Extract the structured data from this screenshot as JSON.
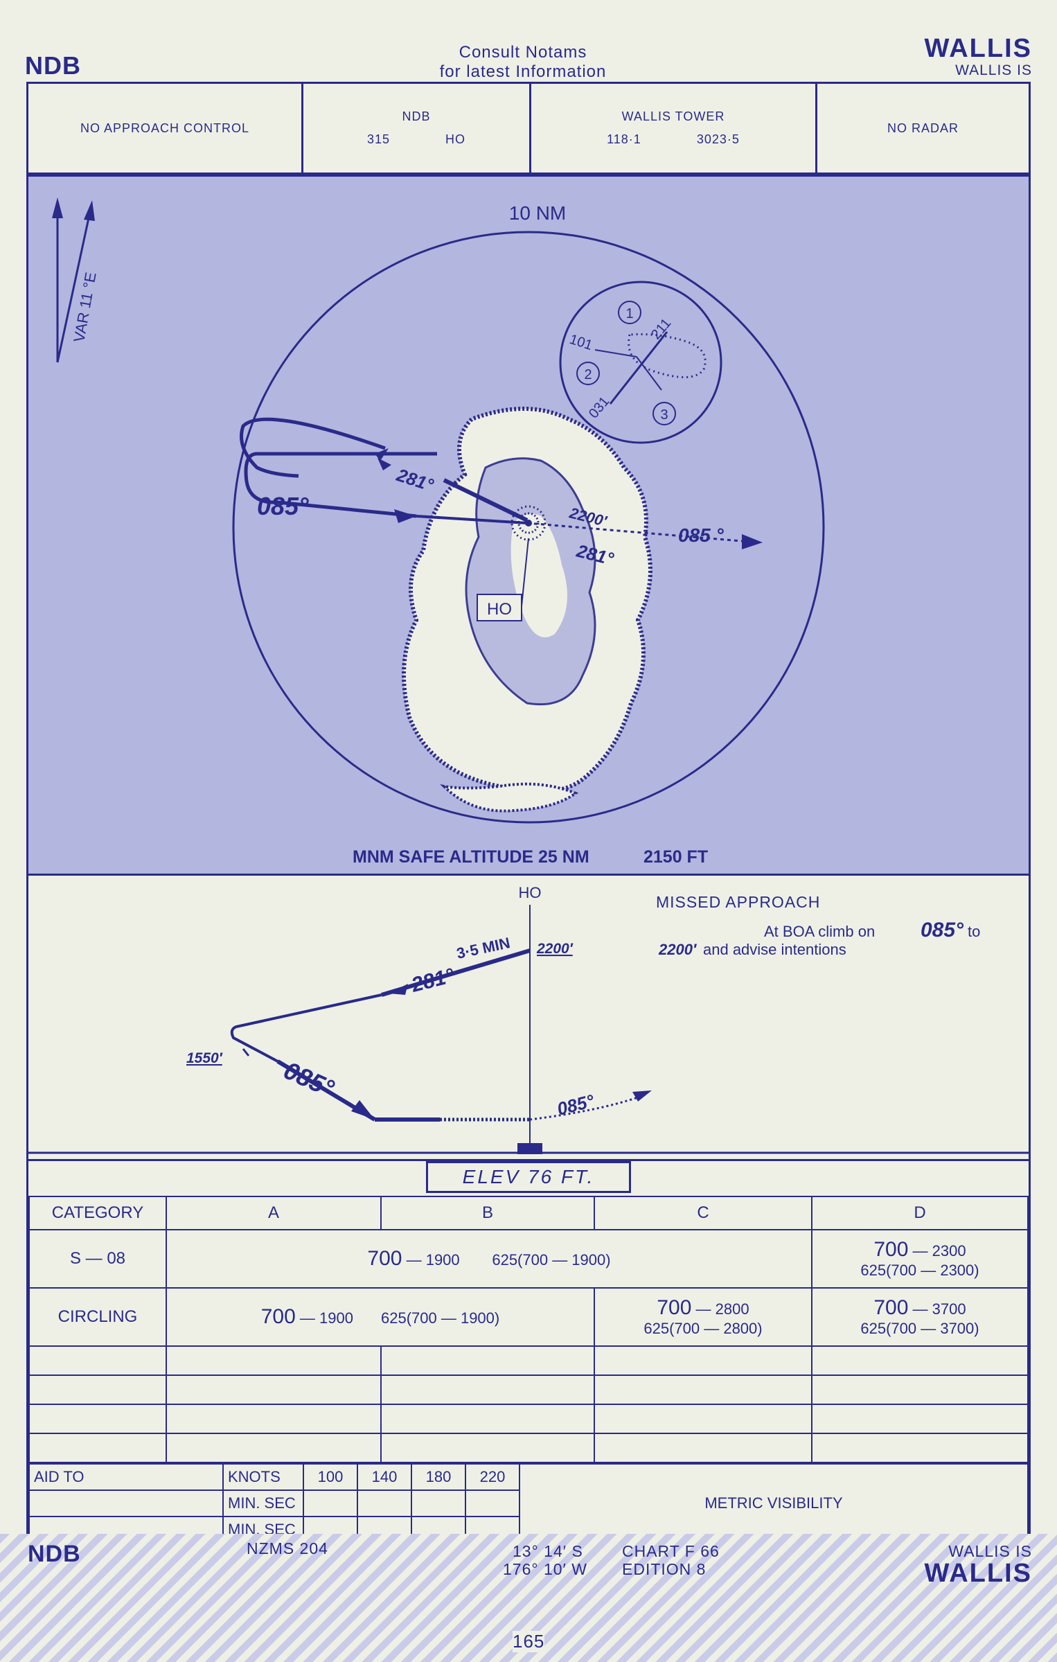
{
  "header": {
    "type": "NDB",
    "consult_line1": "Consult  Notams",
    "consult_line2": "for  latest  Information",
    "airport": "WALLIS",
    "airport_sub": "WALLIS IS"
  },
  "comm": {
    "approach": "NO  APPROACH  CONTROL",
    "ndb_title": "NDB",
    "ndb_freq": "315",
    "ndb_ident": "HO",
    "tower_title": "WALLIS  TOWER",
    "tower_freq1": "118·1",
    "tower_freq2": "3023·5",
    "radar": "NO   RADAR"
  },
  "plan": {
    "range_label": "10 NM",
    "var_label": "VAR  11 °E",
    "inbound": "085°",
    "outbound_label": "281°",
    "outbound_label2": "281°",
    "missed_dir": "085 °",
    "alt_label": "2200′",
    "ndb_label": "HO",
    "holding_101": "101",
    "holding_211": "211",
    "holding_031": "031",
    "sector_1": "1",
    "sector_2": "2",
    "sector_3": "3",
    "msa": "MNM SAFE ALTITUDE 25 NM",
    "msa_ft": "2150 FT"
  },
  "profile": {
    "ndb_label": "HO",
    "missed_title": "MISSED  APPROACH",
    "missed_line1_a": "At  BOA  climb  on",
    "missed_line1_b": "085°",
    "missed_line1_c": "to",
    "missed_line2_a": "2200′",
    "missed_line2_b": "and  advise  intentions",
    "time": "3·5 MIN",
    "alt_top": "2200′",
    "outbound": "281°",
    "turn_alt": "1550′",
    "inbound": "085°",
    "missed": "085°"
  },
  "minima": {
    "elev": "ELEV     76      FT.",
    "headers": [
      "CATEGORY",
      "A",
      "B",
      "C",
      "D"
    ],
    "s08_label": "S — 08",
    "s08_abc_a": "700",
    "s08_abc_b": " — 1900",
    "s08_abc_c": "625(700 — 1900)",
    "s08_d_a": "700",
    "s08_d_b": " — 2300",
    "s08_d_c": "625(700 — 2300)",
    "circ_label": "CIRCLING",
    "circ_ab_a": "700",
    "circ_ab_b": " — 1900",
    "circ_ab_c": "625(700 — 1900)",
    "circ_c_a": "700",
    "circ_c_b": " — 2800",
    "circ_c_c": "625(700 — 2800)",
    "circ_d_a": "700",
    "circ_d_b": " — 3700",
    "circ_d_c": "625(700 — 3700)"
  },
  "speed": {
    "aid": "AID TO",
    "knots": "KNOTS",
    "minsec1": "MIN. SEC",
    "minsec2": "MIN. SEC",
    "k100": "100",
    "k140": "140",
    "k180": "180",
    "k220": "220",
    "metric": "METRIC  VISIBILITY"
  },
  "footer": {
    "type": "NDB",
    "nzms": "NZMS  204",
    "lat": "13°  14′  S",
    "lon": "176°  10′  W",
    "chart": "CHART  F 66",
    "edition": "EDITION  8",
    "airport_sub": "WALLIS IS",
    "airport": "WALLIS",
    "page": "165"
  }
}
